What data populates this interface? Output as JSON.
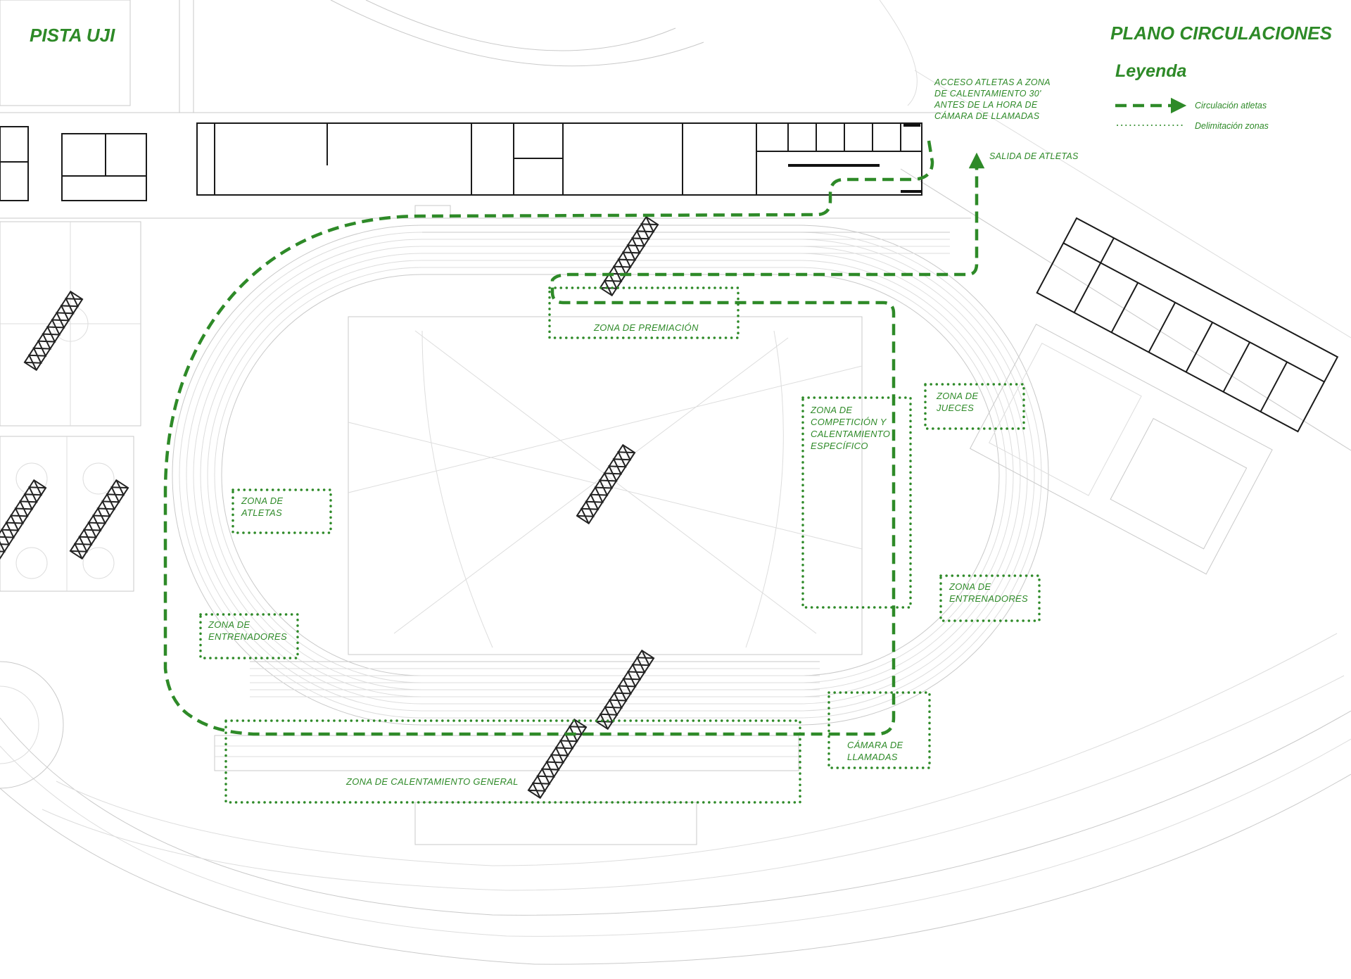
{
  "title_left": "PISTA UJI",
  "title_right": "PLANO CIRCULACIONES",
  "legend": {
    "heading": "Leyenda",
    "items": [
      {
        "label": "Circulación atletas",
        "symbol": "dashed-arrow-line"
      },
      {
        "label": "Delimitación zonas",
        "symbol": "dotted-line"
      }
    ]
  },
  "annotations": {
    "access": [
      "ACCESO ATLETAS A ZONA",
      "DE CALENTAMIENTO 30'",
      "ANTES DE LA HORA DE",
      "CÁMARA DE LLAMADAS"
    ],
    "exit": "SALIDA DE ATLETAS"
  },
  "zones": {
    "premiacion": [
      "ZONA DE PREMIACIÓN"
    ],
    "competicion": [
      "ZONA DE",
      "COMPETICIÓN Y",
      "CALENTAMIENTO",
      "ESPECÍFICO"
    ],
    "jueces": [
      "ZONA DE",
      "JUECES"
    ],
    "atletas": [
      "ZONA DE",
      "ATLETAS"
    ],
    "entrenadores_left": [
      "ZONA DE",
      "ENTRENADORES"
    ],
    "entrenadores_right": [
      "ZONA DE",
      "ENTRENADORES"
    ],
    "camara": [
      "CÁMARA DE",
      "LLAMADAS"
    ],
    "calentamiento_general": [
      "ZONA DE CALENTAMIENTO GENERAL"
    ]
  },
  "colors": {
    "accent_green": "#2e8a28",
    "linework_gray": "#c9c9c9",
    "walls": "#1a1a1a"
  },
  "icons": [
    "north-arrow-icon",
    "truss-marker-icon"
  ]
}
